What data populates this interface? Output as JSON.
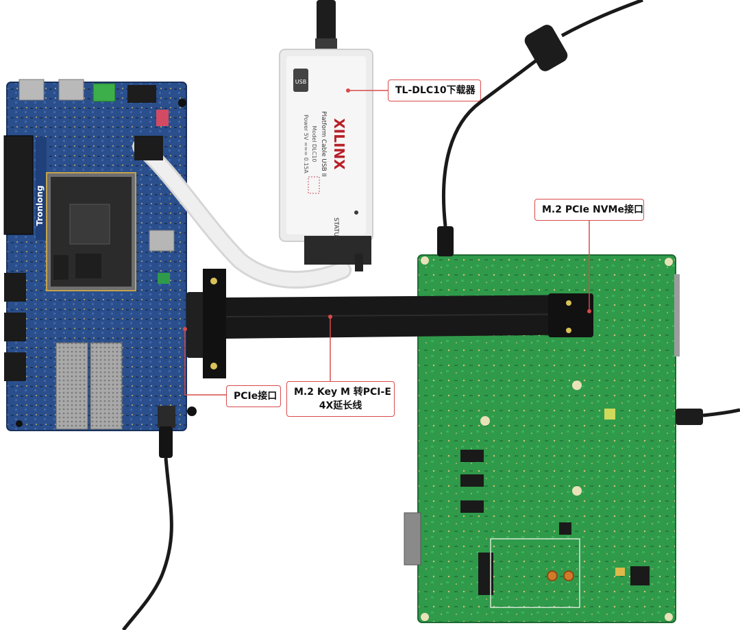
{
  "callouts": {
    "downloader": "TL-DLC10下载器",
    "nvme": "M.2 PCIe NVMe接口",
    "pcie": "PCIe接口",
    "extension_line1": "M.2 Key M 转PCI-E",
    "extension_line2": "4X延长线"
  },
  "device_text": {
    "brand": "XILINX",
    "product": "Platform Cable USB II",
    "model": "Model DLC10",
    "power": "Power 5V === 0.15A",
    "status": "STATUS",
    "board_logo": "Tronlong",
    "usb": "USB"
  },
  "colors": {
    "callout_border": "#d94a4a",
    "leader_line": "#d94a4a",
    "board_blue": "#2a4f8c",
    "board_green": "#2f9a4a",
    "cable_black": "#1a1a1a",
    "ribbon_gray": "#e8e8e8"
  }
}
